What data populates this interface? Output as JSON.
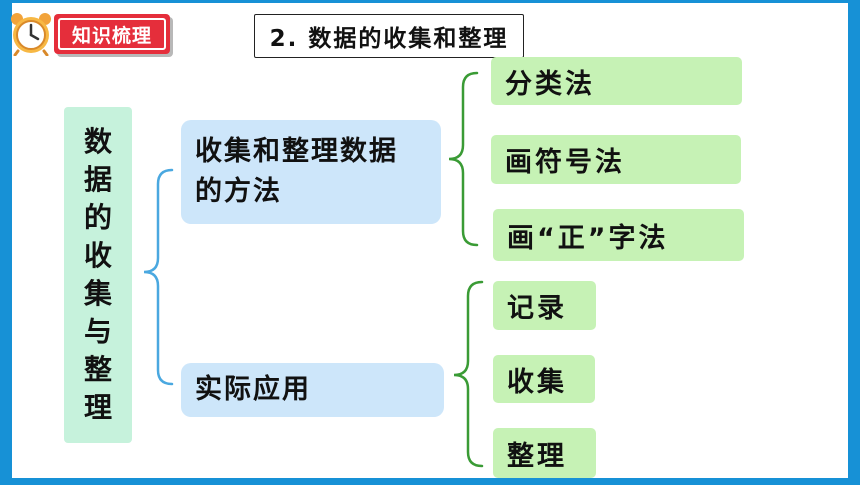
{
  "header": {
    "badge_label": "知识梳理",
    "title": "2. 数据的收集和整理"
  },
  "diagram": {
    "root_chars": [
      "数",
      "据",
      "的",
      "收",
      "集",
      "与",
      "整",
      "理"
    ],
    "branches": [
      {
        "label_line1": "收集和整理数据",
        "label_line2": "的方法",
        "leaves": [
          "分类法",
          "画符号法",
          "画“正”字法"
        ]
      },
      {
        "label": "实际应用",
        "leaves": [
          "记录",
          "收集",
          "整理"
        ]
      }
    ]
  },
  "colors": {
    "frame": "#1791d6",
    "badge": "#e52e3b",
    "root_fill": "#c6f2dc",
    "branch_fill": "#cde6fa",
    "leaf_fill": "#c6f2b5",
    "brace_blue": "#4aa8e0",
    "brace_green": "#3a9b35"
  }
}
